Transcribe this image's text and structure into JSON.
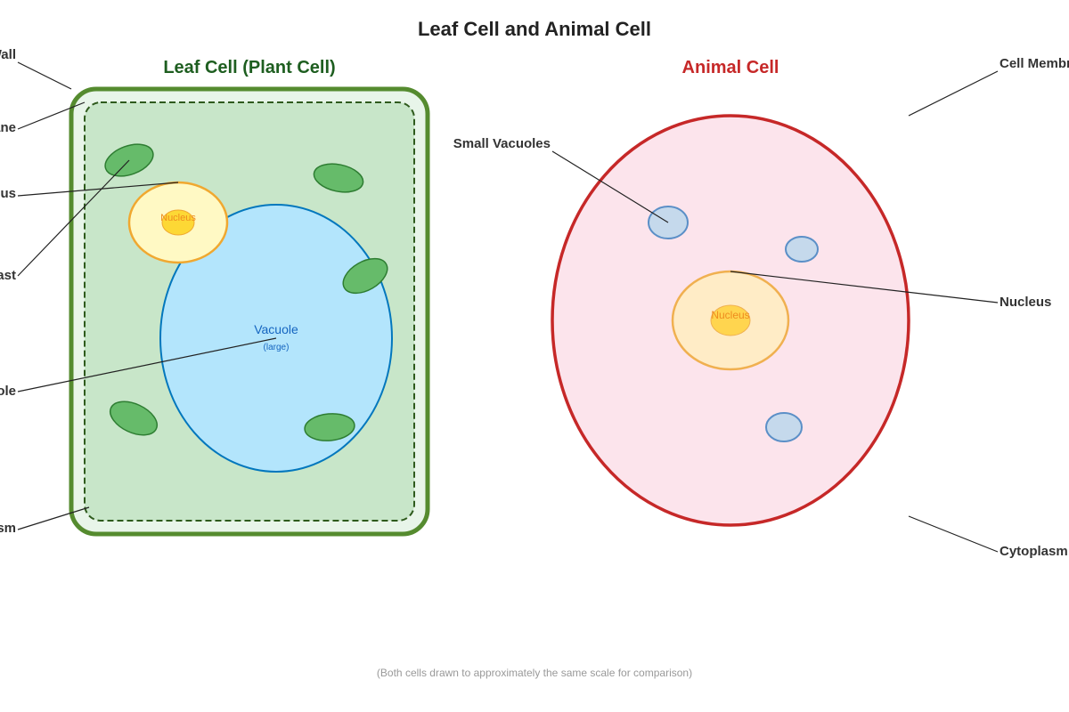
{
  "title": "Leaf Cell and Animal Cell",
  "footnote": "(Both cells drawn to approximately the same scale for comparison)",
  "colors": {
    "plant_title": "#1e5e20",
    "animal_title": "#c62828",
    "cell_wall": "#558b2f",
    "plant_cytoplasm": "#c8e6c9",
    "plant_vacuole": "#b3e5fc",
    "plant_vacuole_stroke": "#0277bd",
    "chloroplast": "#66bb6a",
    "chloroplast_stroke": "#2e7d32",
    "nucleus_fill": "#fff9c4",
    "nucleus_stroke": "#f0a830",
    "nucleolus": "#fdd835",
    "animal_membrane": "#c62828",
    "animal_cytoplasm": "#fce4ec",
    "animal_nucleus_fill": "#ffecc6",
    "animal_vacuole_fill": "#c5d9ec",
    "animal_vacuole_stroke": "#5b8fc7"
  },
  "plant": {
    "title": "Leaf Cell (Plant Cell)",
    "nucleus_label": "Nucleus",
    "vacuole_label": "Vacuole",
    "vacuole_sublabel": "(large)",
    "callouts": [
      "Cell Wall",
      "Cell Membrane",
      "Nucleus",
      "Chloroplast",
      "Vacuole",
      "Cytoplasm"
    ]
  },
  "animal": {
    "title": "Animal Cell",
    "nucleus_label": "Nucleus",
    "callouts": {
      "small_vacuoles": "Small Vacuoles",
      "cell_membrane": "Cell Membrane",
      "nucleus": "Nucleus",
      "cytoplasm": "Cytoplasm"
    }
  }
}
